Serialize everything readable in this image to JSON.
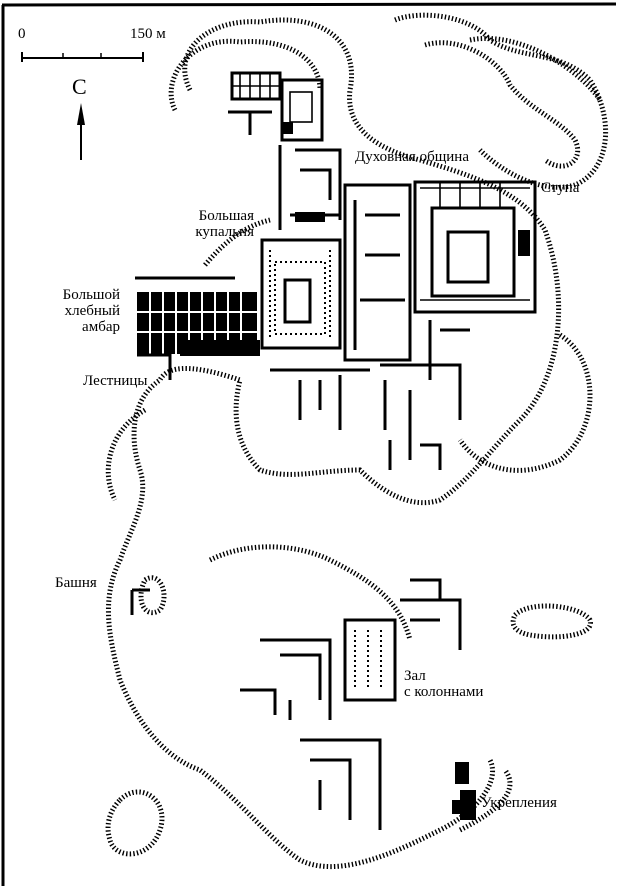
{
  "scale": {
    "zero": "0",
    "max": "150 м"
  },
  "north": {
    "label": "С"
  },
  "labels": {
    "spiritual_community": "Духовная община",
    "stupa": "Ступа",
    "great_bath": [
      "Большая",
      "купальня"
    ],
    "granary": [
      "Большой",
      "хлебный",
      "амбар"
    ],
    "stairs": "Лестницы",
    "tower": "Башня",
    "pillared_hall": [
      "Зал",
      "с колоннами"
    ],
    "fortifications": "Укрепления"
  }
}
